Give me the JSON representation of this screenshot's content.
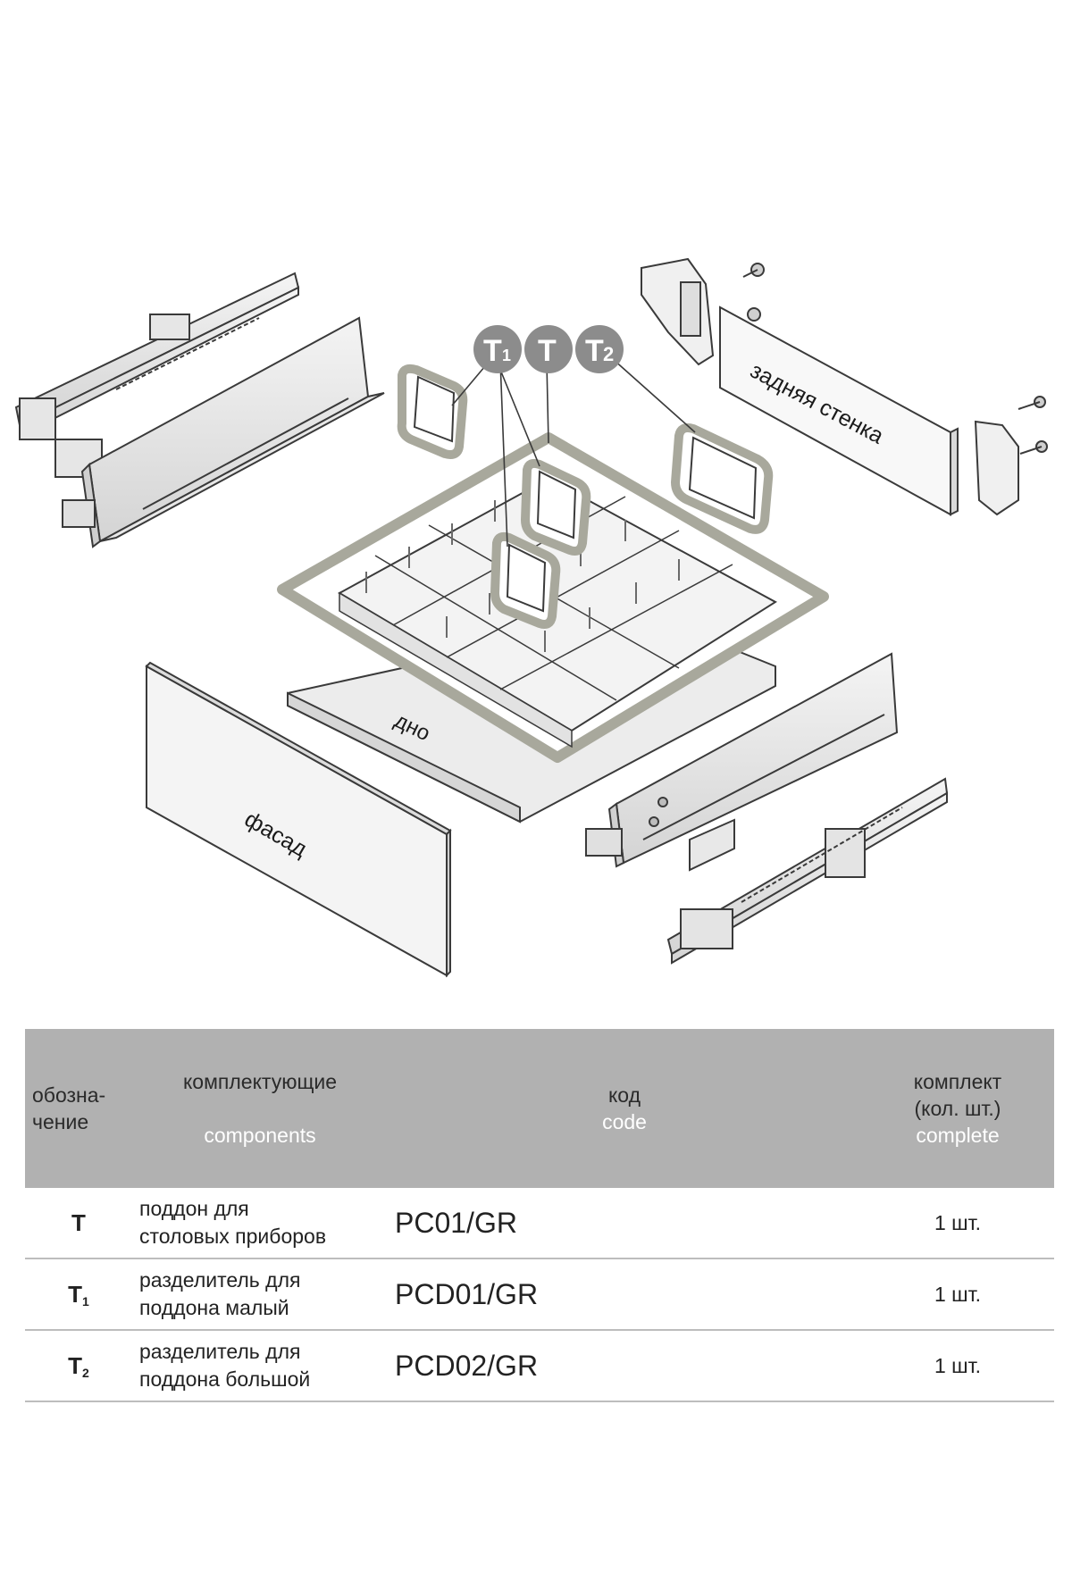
{
  "diagram": {
    "badges": [
      {
        "main": "T",
        "sub": "1"
      },
      {
        "main": "T",
        "sub": ""
      },
      {
        "main": "T",
        "sub": "2"
      }
    ],
    "labels": {
      "back_wall": "задняя стенка",
      "bottom": "дно",
      "facade": "фасад"
    },
    "colors": {
      "badge": "#8c8c8c",
      "highlight": "#a8a89c",
      "line": "#444444"
    }
  },
  "table": {
    "header": {
      "mark_ru_1": "обозна-",
      "mark_ru_2": "чение",
      "comp_ru": "комплектующие",
      "comp_en": "components",
      "code_ru": "код",
      "code_en": "code",
      "qty_ru_1": "комплект",
      "qty_ru_2": "(кол. шт.)",
      "qty_en": "complete"
    },
    "rows": [
      {
        "mark": "T",
        "mark_sub": "",
        "component": "поддон для\nстоловых приборов",
        "code": "PC01/GR",
        "qty": "1 шт."
      },
      {
        "mark": "T",
        "mark_sub": "1",
        "component": "разделитель для\nподдона малый",
        "code": "PCD01/GR",
        "qty": "1 шт."
      },
      {
        "mark": "T",
        "mark_sub": "2",
        "component": "разделитель для\nподдона большой",
        "code": "PCD02/GR",
        "qty": "1 шт."
      }
    ]
  }
}
